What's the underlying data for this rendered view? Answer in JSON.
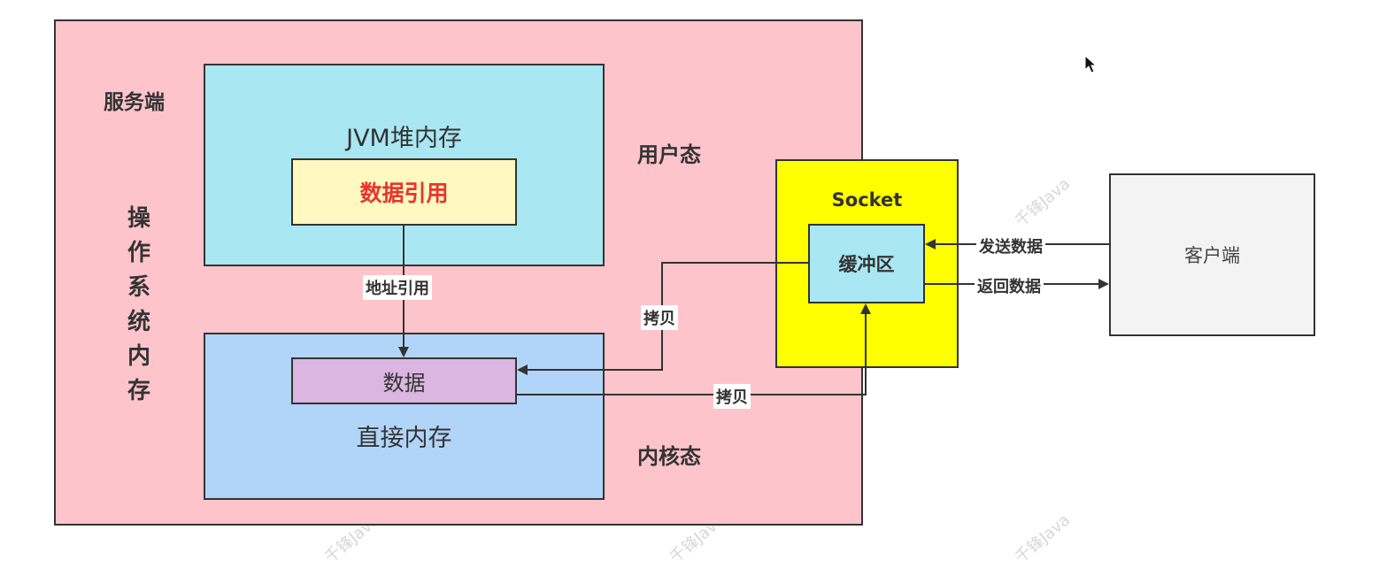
{
  "server": {
    "label": "服务端",
    "os_memory": [
      "操",
      "作",
      "系",
      "统",
      "内",
      "存"
    ],
    "user_mode": "用户态",
    "kernel_mode": "内核态"
  },
  "jvm": {
    "title": "JVM堆内存",
    "ref_label": "数据引用"
  },
  "direct": {
    "title": "直接内存",
    "data_label": "数据"
  },
  "socket": {
    "title": "Socket",
    "buffer_label": "缓冲区"
  },
  "client": {
    "label": "客户端"
  },
  "edges": {
    "address_ref": "地址引用",
    "copy_top": "拷贝",
    "copy_bottom": "拷贝",
    "send": "发送数据",
    "return": "返回数据"
  },
  "colors": {
    "server_bg": "#fec4cb",
    "jvm_bg": "#a9e7f2",
    "ref_bg": "#fff8c0",
    "ref_text": "#e8352e",
    "direct_bg": "#b1d5f9",
    "data_bg": "#dab6e0",
    "socket_bg": "#ffff00",
    "buffer_bg": "#a9e7f2",
    "client_bg": "#f3f3f3"
  },
  "watermark": "千锋Java"
}
